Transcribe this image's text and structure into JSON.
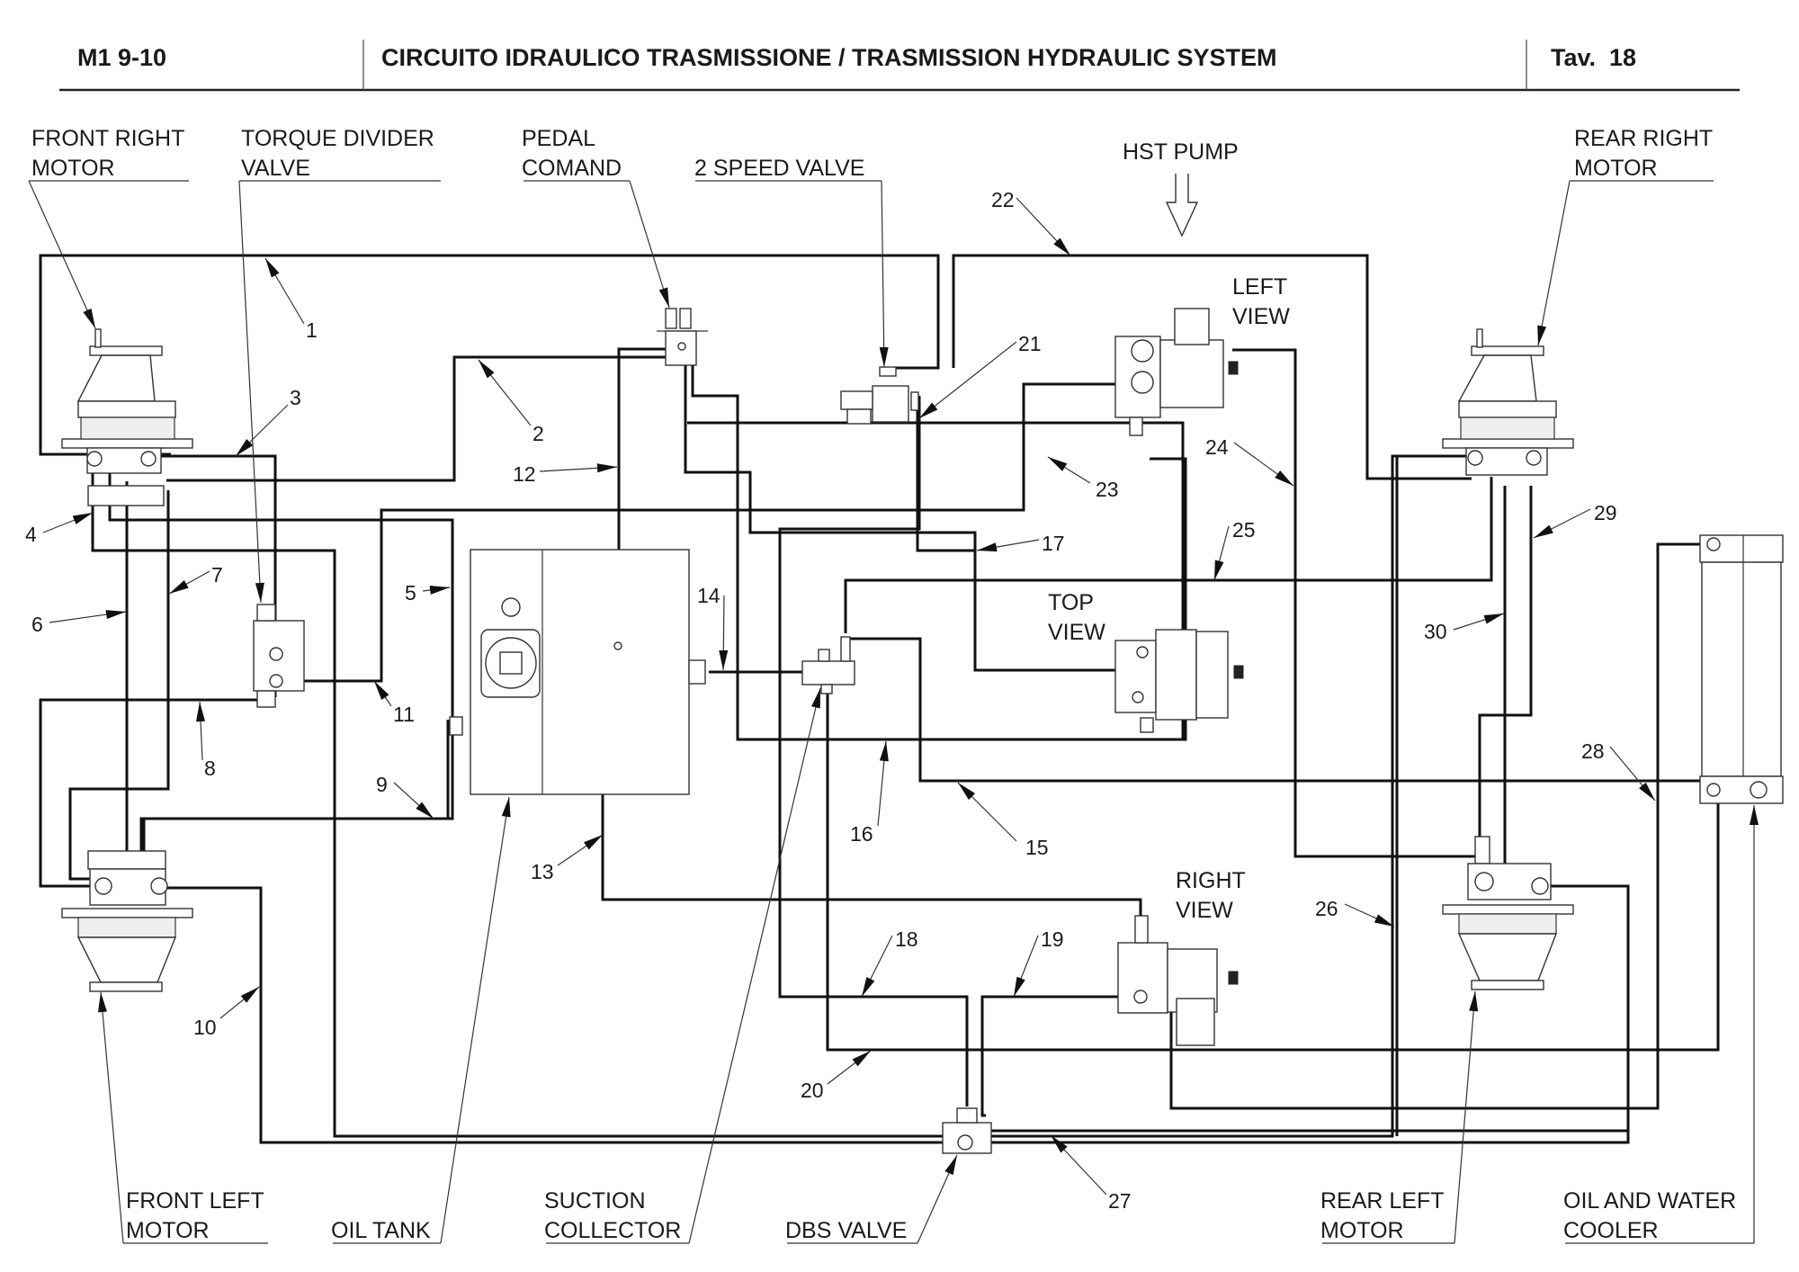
{
  "header": {
    "code": "M1 9-10",
    "title": "CIRCUITO IDRAULICO TRASMISSIONE / TRASMISSION HYDRAULIC SYSTEM",
    "table": "Tav.  18"
  },
  "components": {
    "front_right_motor": [
      "FRONT RIGHT",
      "MOTOR"
    ],
    "torque_divider_valve": [
      "TORQUE DIVIDER",
      "VALVE"
    ],
    "pedal_comand": [
      "PEDAL",
      "COMAND"
    ],
    "two_speed_valve": [
      "2 SPEED VALVE"
    ],
    "hst_pump": [
      "HST PUMP"
    ],
    "rear_right_motor": [
      "REAR RIGHT",
      "MOTOR"
    ],
    "front_left_motor": [
      "FRONT LEFT",
      "MOTOR"
    ],
    "oil_tank": [
      "OIL TANK"
    ],
    "suction_collector": [
      "SUCTION",
      "COLLECTOR"
    ],
    "dbs_valve": [
      "DBS VALVE"
    ],
    "rear_left_motor": [
      "REAR LEFT",
      "MOTOR"
    ],
    "oil_water_cooler": [
      "OIL AND WATER",
      "COOLER"
    ]
  },
  "views": {
    "left": [
      "LEFT",
      "VIEW"
    ],
    "top": [
      "TOP",
      "VIEW"
    ],
    "right": [
      "RIGHT",
      "VIEW"
    ]
  },
  "pipe_numbers": [
    "1",
    "2",
    "3",
    "4",
    "5",
    "6",
    "7",
    "8",
    "9",
    "10",
    "11",
    "12",
    "13",
    "14",
    "15",
    "16",
    "17",
    "18",
    "19",
    "20",
    "21",
    "22",
    "23",
    "24",
    "25",
    "26",
    "27",
    "28",
    "29",
    "30"
  ]
}
